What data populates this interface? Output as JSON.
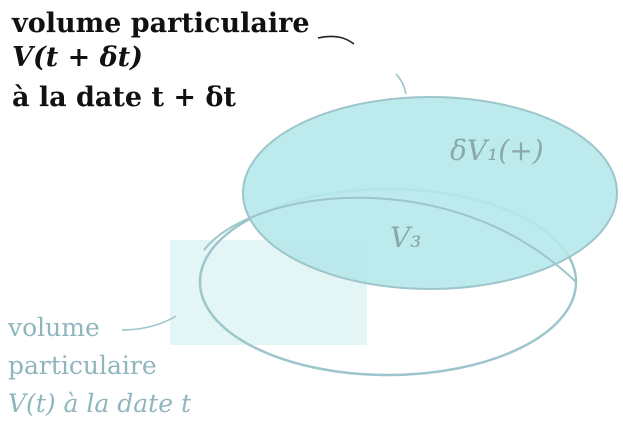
{
  "top_label": {
    "line1": "volume particulaire",
    "line2": "V(t + δt)",
    "line3": "à la date t + δt"
  },
  "bottom_label": {
    "line1": "volume",
    "line2": "particulaire",
    "line3": "V(t) à la date t"
  },
  "regions": {
    "delta_v1": "δV₁(+)",
    "v3": "V₃"
  },
  "colors": {
    "fill_cyan": "#b6e8ea",
    "outline": "#9cc6cb",
    "text_top": "#111111",
    "text_bottom": "#8fb6bd",
    "text_region": "#8aa7ac",
    "patch": "#e3f5f4"
  }
}
